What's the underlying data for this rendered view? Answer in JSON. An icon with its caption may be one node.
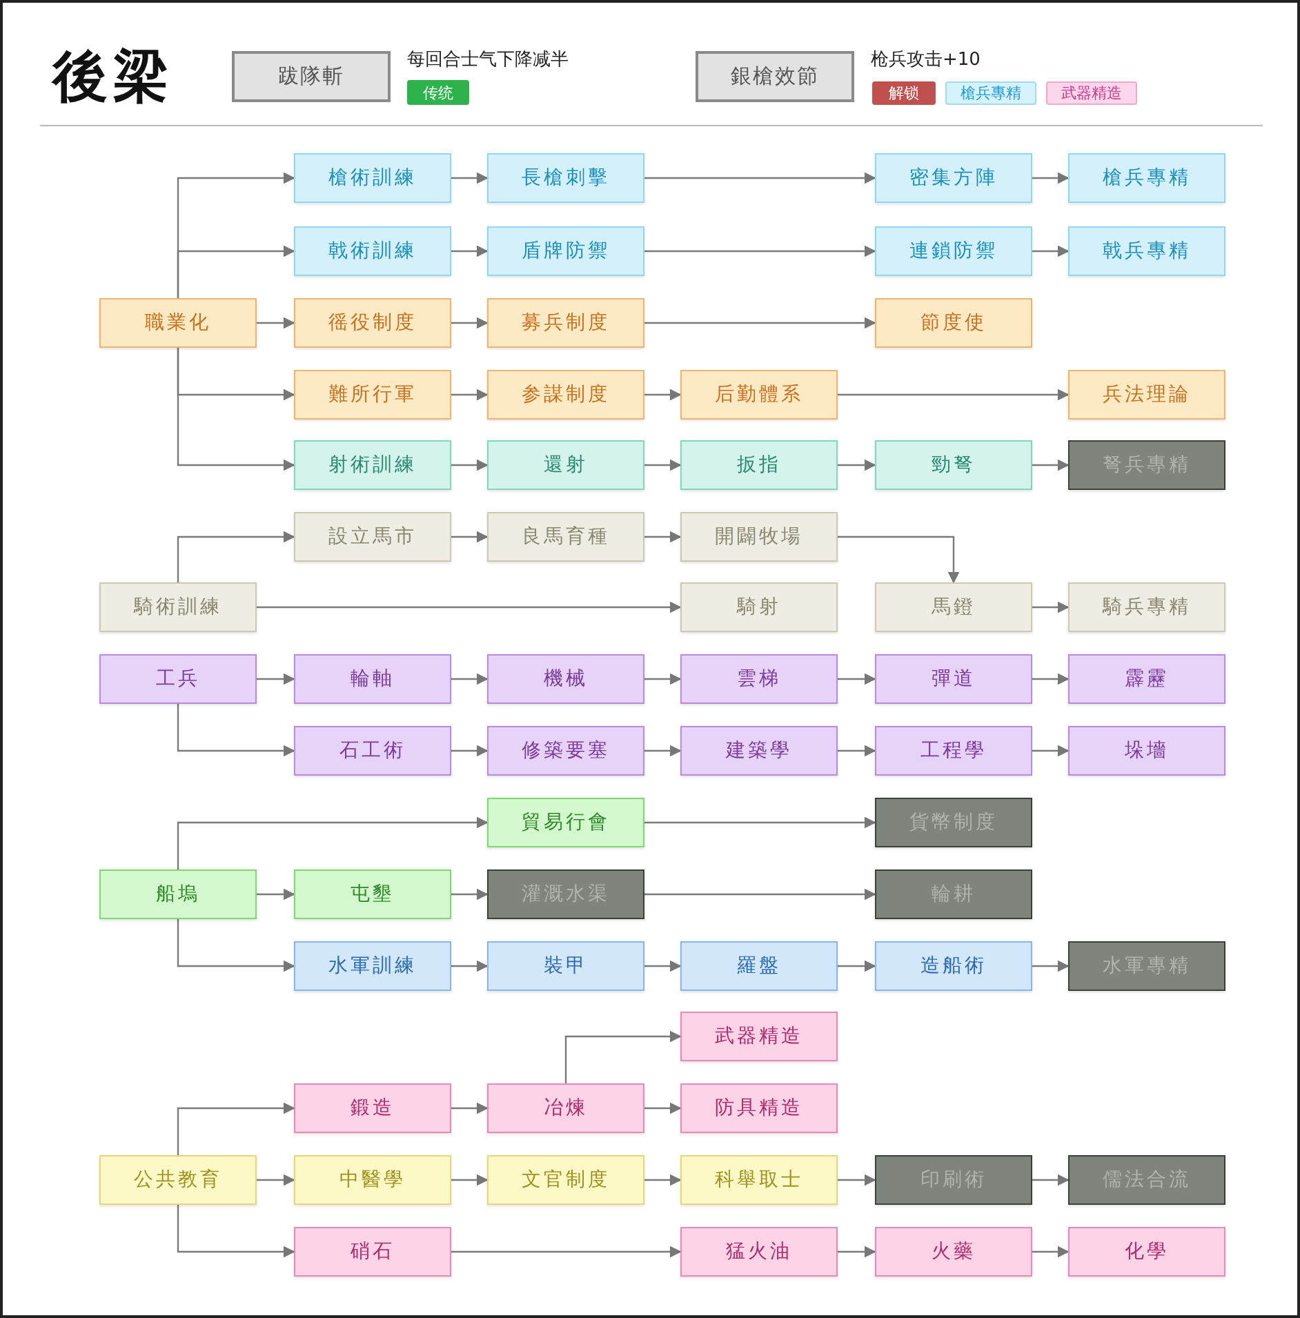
{
  "diagram": {
    "title": "後梁",
    "nodes": [
      {
        "text": [
          "跋隊斬"
        ],
        "beside": [
          "每回合士气下降减半"
        ]
      },
      {
        "text": [
          "传统"
        ]
      },
      {
        "text": [
          "銀槍效節"
        ],
        "beside": [
          "枪兵攻击+10"
        ]
      },
      {
        "text": [
          "解锁"
        ]
      },
      {
        "text": [
          "槍兵專精"
        ]
      },
      {
        "text": [
          "武器精造"
        ]
      },
      {
        "text": [
          "槍術訓練"
        ]
      },
      {
        "text": [
          "長槍刺擊"
        ]
      },
      {
        "text": [
          "密集方陣"
        ]
      },
      {
        "text": [
          "槍兵專精"
        ]
      },
      {
        "text": [
          "戟術訓練"
        ]
      },
      {
        "text": [
          "盾牌防禦"
        ]
      },
      {
        "text": [
          "連鎖防禦"
        ]
      },
      {
        "text": [
          "戟兵專精"
        ]
      },
      {
        "text": [
          "職業化"
        ]
      },
      {
        "text": [
          "徭役制度"
        ]
      },
      {
        "text": [
          "募兵制度"
        ]
      },
      {
        "text": [
          "節度使"
        ]
      },
      {
        "text": [
          "難所行軍"
        ]
      },
      {
        "text": [
          "参謀制度"
        ]
      },
      {
        "text": [
          "后勤體系"
        ]
      },
      {
        "text": [
          "兵法理論"
        ]
      },
      {
        "text": [
          "射術訓練"
        ]
      },
      {
        "text": [
          "還射"
        ]
      },
      {
        "text": [
          "扳指"
        ]
      },
      {
        "text": [
          "勁弩"
        ]
      },
      {
        "text": [
          "弩兵專精"
        ]
      },
      {
        "text": [
          "設立馬市"
        ]
      },
      {
        "text": [
          "良馬育種"
        ]
      },
      {
        "text": [
          "開闢牧場"
        ]
      },
      {
        "text": [
          "騎術訓練"
        ]
      },
      {
        "text": [
          "騎射"
        ]
      },
      {
        "text": [
          "馬鐙"
        ]
      },
      {
        "text": [
          "騎兵專精"
        ]
      },
      {
        "text": [
          "工兵"
        ]
      },
      {
        "text": [
          "輪軸"
        ]
      },
      {
        "text": [
          "機械"
        ]
      },
      {
        "text": [
          "雲梯"
        ]
      },
      {
        "text": [
          "彈道"
        ]
      },
      {
        "text": [
          "霹靂"
        ]
      },
      {
        "text": [
          "石工術"
        ]
      },
      {
        "text": [
          "修築要塞"
        ]
      },
      {
        "text": [
          "建築學"
        ]
      },
      {
        "text": [
          "工程學"
        ]
      },
      {
        "text": [
          "垛墻"
        ]
      },
      {
        "text": [
          "貿易行會"
        ]
      },
      {
        "text": [
          "貨幣制度"
        ]
      },
      {
        "text": [
          "船塢"
        ]
      },
      {
        "text": [
          "屯墾"
        ]
      },
      {
        "text": [
          "灌溉水渠"
        ]
      },
      {
        "text": [
          "輪耕"
        ]
      },
      {
        "text": [
          "水軍訓練"
        ]
      },
      {
        "text": [
          "裝甲"
        ]
      },
      {
        "text": [
          "羅盤"
        ]
      },
      {
        "text": [
          "造船術"
        ]
      },
      {
        "text": [
          "水軍專精"
        ]
      },
      {
        "text": [
          "武器精造"
        ]
      },
      {
        "text": [
          "鍛造"
        ]
      },
      {
        "text": [
          "冶煉"
        ]
      },
      {
        "text": [
          "防具精造"
        ]
      },
      {
        "text": [
          "公共教育"
        ]
      },
      {
        "text": [
          "中醫學"
        ]
      },
      {
        "text": [
          "文官制度"
        ]
      },
      {
        "text": [
          "科舉取士"
        ]
      },
      {
        "text": [
          "印刷術"
        ]
      },
      {
        "text": [
          "儒法合流"
        ]
      },
      {
        "text": [
          "硝石"
        ]
      },
      {
        "text": [
          "猛火油"
        ]
      },
      {
        "text": [
          "火藥"
        ]
      },
      {
        "text": [
          "化學"
        ]
      }
    ],
    "edges": [
      {
        "from": 14,
        "to": 6,
        "arrow": "to"
      },
      {
        "from": 6,
        "to": 7,
        "arrow": "to"
      },
      {
        "from": 7,
        "to": 8,
        "arrow": "to"
      },
      {
        "from": 8,
        "to": 9,
        "arrow": "to"
      },
      {
        "from": 14,
        "to": 10,
        "arrow": "to"
      },
      {
        "from": 10,
        "to": 11,
        "arrow": "to"
      },
      {
        "from": 11,
        "to": 12,
        "arrow": "to"
      },
      {
        "from": 12,
        "to": 13,
        "arrow": "to"
      },
      {
        "from": 14,
        "to": 15,
        "arrow": "to"
      },
      {
        "from": 15,
        "to": 16,
        "arrow": "to"
      },
      {
        "from": 16,
        "to": 17,
        "arrow": "to"
      },
      {
        "from": 14,
        "to": 18,
        "arrow": "to"
      },
      {
        "from": 18,
        "to": 19,
        "arrow": "to"
      },
      {
        "from": 19,
        "to": 20,
        "arrow": "to"
      },
      {
        "from": 20,
        "to": 21,
        "arrow": "to"
      },
      {
        "from": 14,
        "to": 22,
        "arrow": "to"
      },
      {
        "from": 22,
        "to": 23,
        "arrow": "to"
      },
      {
        "from": 23,
        "to": 24,
        "arrow": "to"
      },
      {
        "from": 24,
        "to": 25,
        "arrow": "to"
      },
      {
        "from": 25,
        "to": 26,
        "arrow": "to"
      },
      {
        "from": 30,
        "to": 27,
        "arrow": "to"
      },
      {
        "from": 27,
        "to": 28,
        "arrow": "to"
      },
      {
        "from": 28,
        "to": 29,
        "arrow": "to"
      },
      {
        "from": 29,
        "to": 32,
        "arrow": "to"
      },
      {
        "from": 30,
        "to": 31,
        "arrow": "to"
      },
      {
        "from": 32,
        "to": 33,
        "arrow": "to"
      },
      {
        "from": 34,
        "to": 35,
        "arrow": "to"
      },
      {
        "from": 35,
        "to": 36,
        "arrow": "to"
      },
      {
        "from": 36,
        "to": 37,
        "arrow": "to"
      },
      {
        "from": 37,
        "to": 38,
        "arrow": "to"
      },
      {
        "from": 38,
        "to": 39,
        "arrow": "to"
      },
      {
        "from": 34,
        "to": 40,
        "arrow": "to"
      },
      {
        "from": 40,
        "to": 41,
        "arrow": "to"
      },
      {
        "from": 41,
        "to": 42,
        "arrow": "to"
      },
      {
        "from": 42,
        "to": 43,
        "arrow": "to"
      },
      {
        "from": 43,
        "to": 44,
        "arrow": "to"
      },
      {
        "from": 47,
        "to": 45,
        "arrow": "to"
      },
      {
        "from": 45,
        "to": 46,
        "arrow": "to"
      },
      {
        "from": 47,
        "to": 48,
        "arrow": "to"
      },
      {
        "from": 48,
        "to": 49,
        "arrow": "to"
      },
      {
        "from": 49,
        "to": 50,
        "arrow": "to"
      },
      {
        "from": 47,
        "to": 51,
        "arrow": "to"
      },
      {
        "from": 51,
        "to": 52,
        "arrow": "to"
      },
      {
        "from": 52,
        "to": 53,
        "arrow": "to"
      },
      {
        "from": 53,
        "to": 54,
        "arrow": "to"
      },
      {
        "from": 54,
        "to": 55,
        "arrow": "to"
      },
      {
        "from": 58,
        "to": 56,
        "arrow": "to"
      },
      {
        "from": 57,
        "to": 58,
        "arrow": "to"
      },
      {
        "from": 58,
        "to": 59,
        "arrow": "to"
      },
      {
        "from": 60,
        "to": 57,
        "arrow": "to"
      },
      {
        "from": 60,
        "to": 61,
        "arrow": "to"
      },
      {
        "from": 61,
        "to": 62,
        "arrow": "to"
      },
      {
        "from": 62,
        "to": 63,
        "arrow": "to"
      },
      {
        "from": 63,
        "to": 64,
        "arrow": "to"
      },
      {
        "from": 64,
        "to": 65,
        "arrow": "to"
      },
      {
        "from": 60,
        "to": 66,
        "arrow": "to"
      },
      {
        "from": 66,
        "to": 67,
        "arrow": "to"
      },
      {
        "from": 67,
        "to": 68,
        "arrow": "to"
      },
      {
        "from": 68,
        "to": 69,
        "arrow": "to"
      }
    ]
  }
}
